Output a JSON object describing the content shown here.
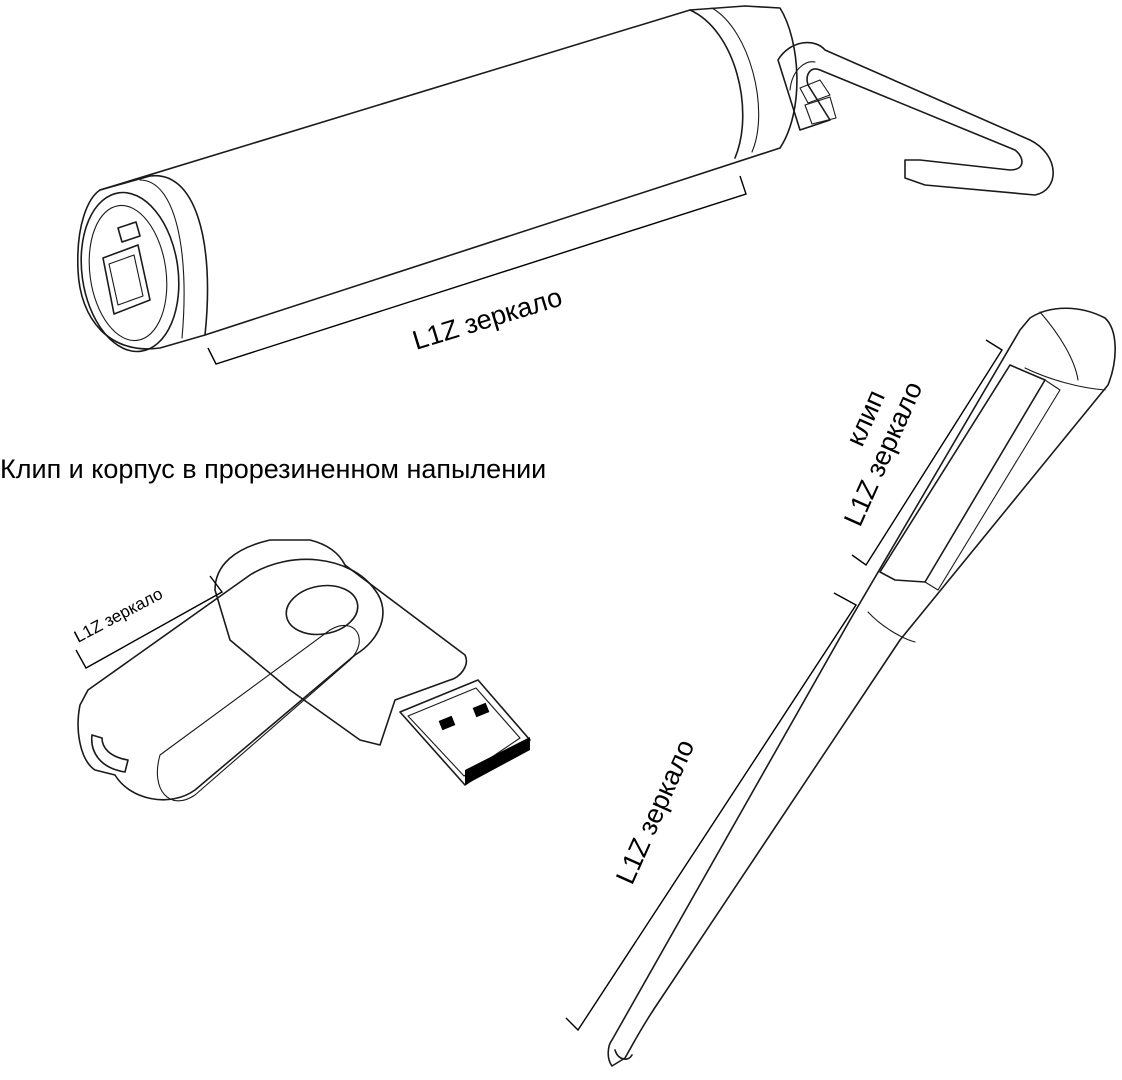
{
  "caption": "Клип и корпус в прорезиненном напылении",
  "powerbank": {
    "label": "L1Z зеркало"
  },
  "usb_flash": {
    "label": "L1Z зеркало"
  },
  "pen": {
    "clip_label_line1": "клип",
    "clip_label_line2": "L1Z зеркало",
    "body_label": "L1Z зеркало"
  },
  "colors": {
    "line": "#1a1a1a",
    "background": "#ffffff"
  }
}
